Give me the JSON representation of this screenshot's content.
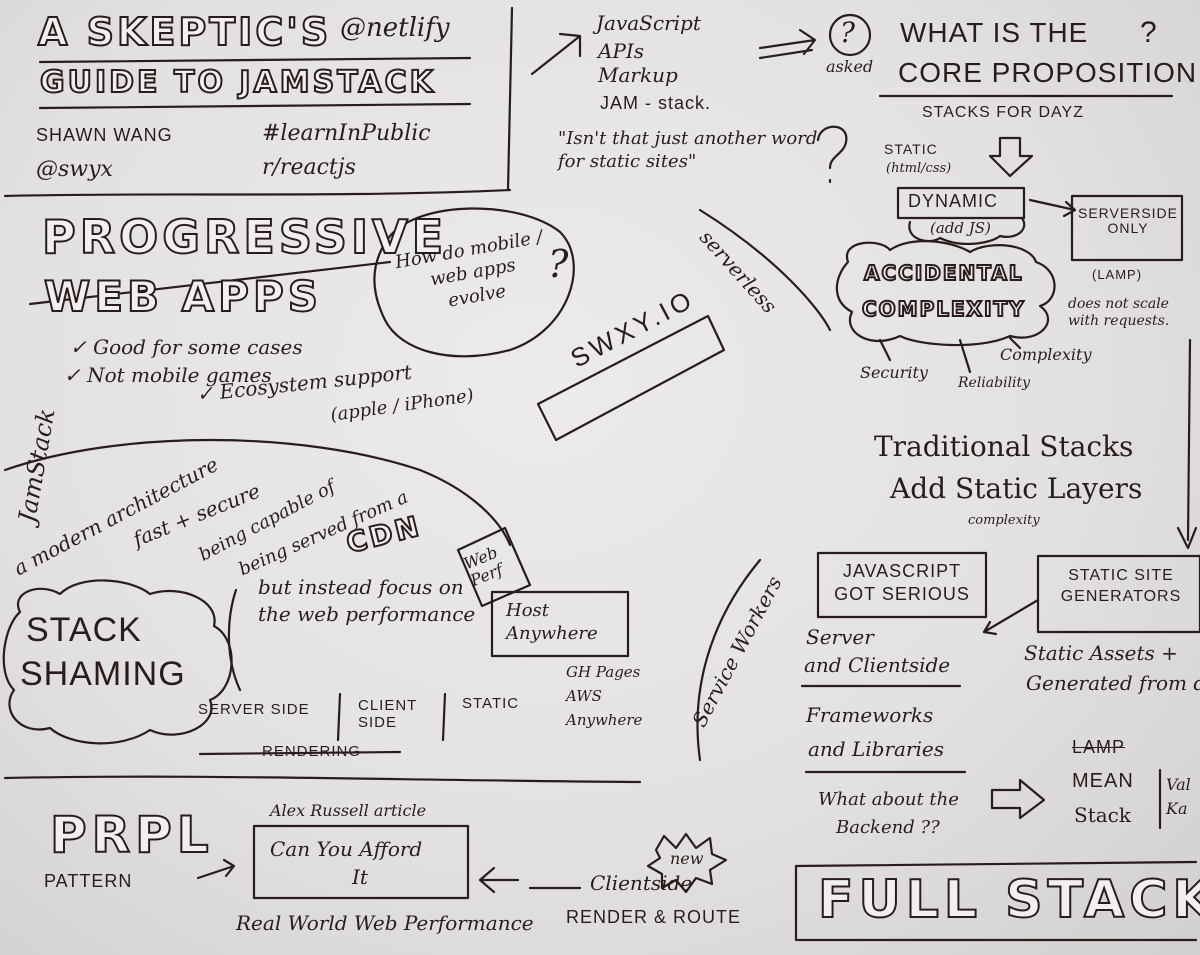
{
  "title": {
    "line1": "A SKEPTIC'S",
    "line2": "GUIDE TO JAMSTACK"
  },
  "host": "@netlify",
  "speaker": {
    "name": "SHAWN WANG",
    "handle": "@swyx",
    "hashtag": "#learnInPublic",
    "subreddit": "r/reactjs"
  },
  "jam": {
    "js": "JavaScript",
    "apis": "APIs",
    "markup": "Markup",
    "stack": "JAM - stack."
  },
  "asked": "asked",
  "question_mark": "?",
  "core": {
    "line1": "WHAT IS THE",
    "q": "?",
    "line2": "CORE PROPOSITION",
    "sub": "STACKS FOR DAYZ"
  },
  "static_quote": "\"Isn't that just another word for static sites\"",
  "static_flow": {
    "static": "STATIC",
    "html_css": "(html/css)",
    "dynamic": "DYNAMIC",
    "add_js": "(add JS)",
    "serverside": "SERVERSIDE ONLY",
    "lamp": "(LAMP)",
    "scale": "does not scale with requests."
  },
  "accidental": {
    "line1": "ACCIDENTAL",
    "line2": "COMPLEXITY",
    "security": "Security",
    "reliability": "Reliability",
    "complexity": "Complexity"
  },
  "pwa": {
    "line1": "PROGRESSIVE",
    "line2": "WEB APPS",
    "items": [
      "Good for some cases",
      "Not mobile games",
      "Ecosystem support"
    ],
    "apple": "(apple / iPhone)"
  },
  "evolve": "How do mobile / web apps evolve",
  "evolve_q": "?",
  "serverless": "serverless",
  "swxy": "SWXY.IO",
  "traditional": {
    "line1": "Traditional Stacks",
    "line2": "Add Static Layers",
    "sub": "complexity"
  },
  "jamstack_def": {
    "label": "JamStack",
    "arch": "a modern architecture",
    "fast": "fast + secure",
    "capable": "being capable of",
    "served": "being served from a",
    "cdn": "CDN"
  },
  "stack_shaming": {
    "line1": "STACK",
    "line2": "SHAMING"
  },
  "instead": "but instead focus on the web performance",
  "rendering": {
    "server": "SERVER SIDE",
    "client": "CLIENT SIDE",
    "static": "STATIC",
    "label": "RENDERING"
  },
  "webperf": "Web Perf",
  "host_anywhere": "Host Anywhere",
  "hosts": [
    "GH Pages",
    "AWS",
    "Anywhere"
  ],
  "service_workers": "Service Workers",
  "js_serious": "JAVASCRIPT GOT SERIOUS",
  "ssg": "STATIC SITE GENERATORS",
  "static_assets": {
    "line1": "Static Assets +",
    "line2": "Generated from da"
  },
  "server_client": {
    "line1": "Server",
    "line2": "and Clientside"
  },
  "frameworks": {
    "line1": "Frameworks",
    "line2": "and Libraries"
  },
  "backend": {
    "line1": "What about the",
    "line2": "Backend ??"
  },
  "stacks": {
    "lamp": "LAMP",
    "mean": "MEAN",
    "stack": "Stack",
    "cut1": "Val",
    "cut2": "Ka"
  },
  "prpl": {
    "title": "PRPL",
    "pattern": "PATTERN"
  },
  "russell": "Alex Russell article",
  "afford": {
    "line1": "Can You Afford",
    "line2": "It"
  },
  "real_world": "Real World Web Performance",
  "new_badge": "new",
  "clientside": {
    "line1": "Clientside",
    "line2": "RENDER & ROUTE"
  },
  "full_stack": "FULL STACK",
  "colors": {
    "ink": "#2a1c1d",
    "paper": "#e9e8e6"
  }
}
